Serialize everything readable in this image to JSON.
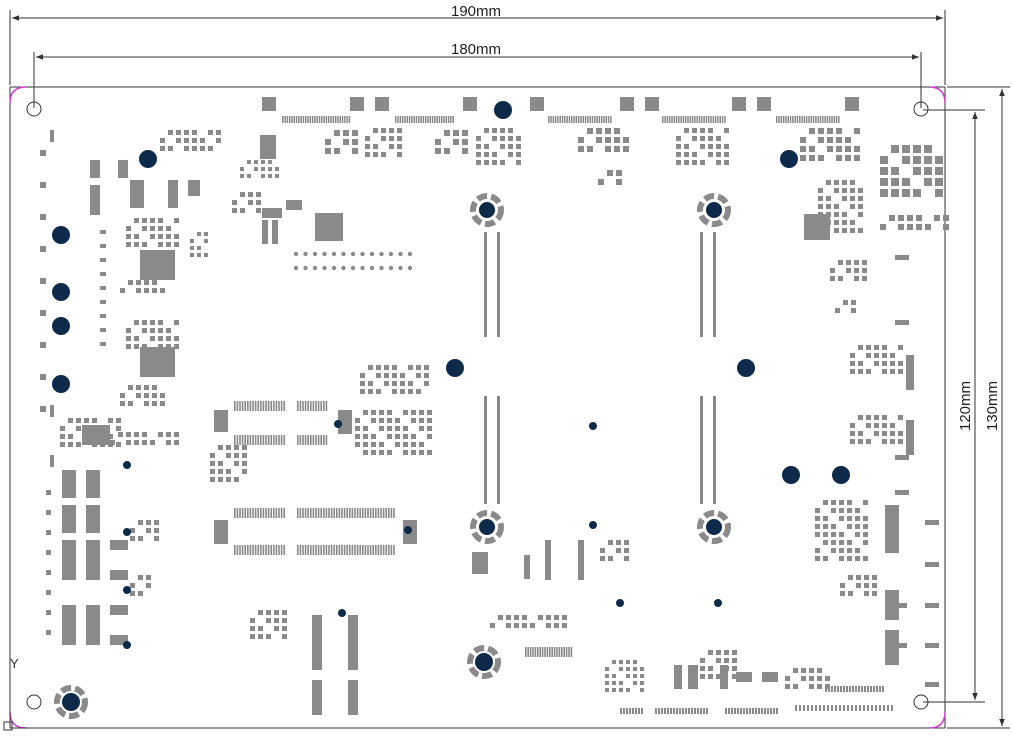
{
  "dimensions": {
    "width_outer": "190mm",
    "width_inner": "180mm",
    "height_inner": "120mm",
    "height_outer": "130mm"
  },
  "origin_axis_label": "Y",
  "colors": {
    "outline": "#d23ad2",
    "pad": "#8a8a8a",
    "via": "#0d2a4a",
    "line": "#333333",
    "text": "#222222"
  }
}
